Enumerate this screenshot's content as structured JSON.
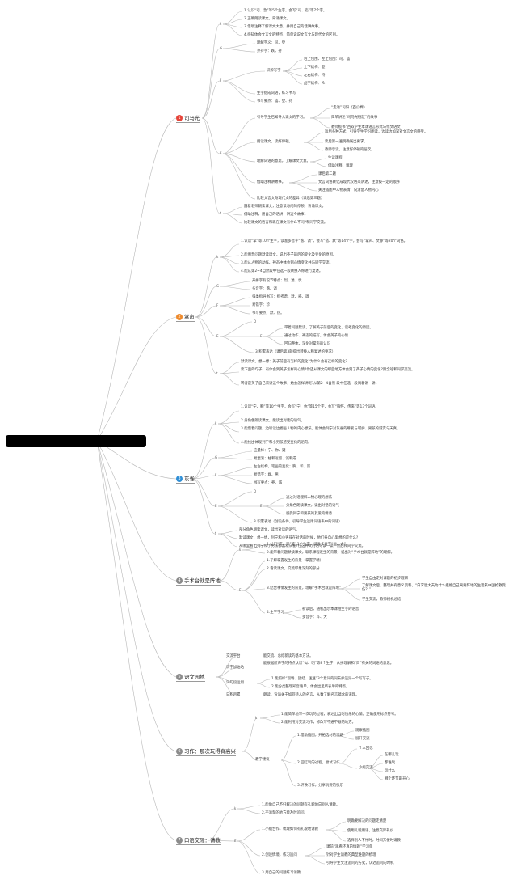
{
  "root": {
    "label": ""
  },
  "colors": {
    "red": "#e6453a",
    "orange": "#ee8a2c",
    "blue": "#2f8fd6",
    "gray": "#8b8b8b"
  },
  "branches": [
    {
      "num": "1",
      "title": "司马光",
      "color": "red"
    },
    {
      "num": "2",
      "title": "掌声",
      "color": "orange"
    },
    {
      "num": "3",
      "title": "灰雀",
      "color": "blue"
    },
    {
      "num": "4",
      "title": "手术台就是阵地",
      "color": "gray"
    },
    {
      "num": "5",
      "title": "语文园地",
      "color": "gray"
    },
    {
      "num": "6",
      "title": "习作：那次玩得真高兴",
      "color": "gray"
    },
    {
      "num": "7",
      "title": "口语交际：请教",
      "color": "gray"
    }
  ],
  "b1": {
    "k": "k",
    "k1": "1.认识“司、急”等5个生字，会写“司、庙”等7个字。",
    "k2": "2.正确朗读课文。背诵课文。",
    "k3": "3.借助注释了解课文大意，并用自己的话讲故事。",
    "k4": "4.感知体会文言文的特点，简单说说文言文与现代文的区别。",
    "g": "G",
    "g1": "理解字义：司、登",
    "g2": "弃持字：跌，持",
    "f": "F",
    "f_struct": "识辨写字",
    "f_s1": "右上包围、左上包围：司、庙",
    "f_s2": "上下结构：登",
    "f_s3": "左右结构：持",
    "f_s4": "品字结构：众",
    "f5": "生字组成词语，练习书写",
    "f6": "书写要点：庙、登、持",
    "e": "E",
    "e_main": "引导学生已知导入课文的学习。",
    "e_a1": "“走进”司阳《西瓜棉》",
    "e_a2": "简单讲述“司马光砸缸”的故事",
    "e_a3": "教师板书“西双学生本课语言形式与作文语文",
    "e2": "朗读课文，读好停顿。",
    "e2_1": "运用多种方式，引导学生学习朗读，边读边加深对文言文的感受。",
    "e2_2": "读后第一遍明确展出要求。",
    "e2_3": "教师示读，注意好停顿的层次。",
    "e3": "理解词语的意思，了解课文大意。",
    "e3_1": "生读课程",
    "e3_2": "借助注释，诵理",
    "e4": "借助注释讲故事。",
    "e4_1": "课后第二题",
    "e4_2": "文言词语转化成现代汉语来讲述，注意按一定的顺序",
    "e4_3": "关注插图中人物表情，说清楚人物内心",
    "e5": "比较文言文与现代文的差异（课后第三题）",
    "t": "t",
    "t1": "圆着老师朗读课文，注意读与问的停顿，背诵课文。",
    "t2": "借助注释，用自己的话讲一讲这个故事。",
    "t3": "比较课文的语言和现在课文有什么不同?和同学交流。"
  },
  "b2": {
    "k": "k",
    "k1": "1.认识“掌”等10个生字，读准多音字“落、调”，会写“搭、默”等14个字，会写“掌声、文静”等20个词语。",
    "k2": "2.能用普问题默读课文，说出英子前后的变化及变化的原因。",
    "k3": "3.能从人物的动作、神态中体会到心情变化并与同学交流。",
    "k4": "4.能从第2~4自然段中任选一段转换人称进行复述。",
    "g": "G",
    "g1": "开拼字有说节特点：烈、述、忧",
    "g2": "多音字：落、调",
    "f": "F",
    "f1": "归类指导书写：指考谱、默、惑、调",
    "f2": "易错字：珍",
    "f3": "书写要点：默、热。",
    "e": "E",
    "d": "D",
    "e_1": "带着问题默读，了解英子前后的变化，说考变化的原因。",
    "e_2": "通过动作、神态的描写，体会英子的心情",
    "e_3": "回归整体，深化对掌声的认识",
    "e5": "3.积累表达（课后第3题提出转换人称复述的要求）",
    "t": "t",
    "t1": "默读课文，想一想：英子前后有怎样的变化?为什么会有这样的变化?",
    "t2": "读下面的句子，有体会到英子怎样的心情?你还从课文的哪些地方体会到了英子心情的变化?跟全班和同学交流。",
    "t3": "转者是英子自己来讲这个故事，她会怎样讲呢?从第2~4自然 段中任选一段试着讲一讲。"
  },
  "b3": {
    "k": "k",
    "k1": "1.认识“宁、胸”等10个生字，会写“宁、你”等15个字，会写“胸怀、传来”等13个词语。",
    "k2": "2.分角色朗读课文，能读出对话的语气。",
    "k3": "3.能借着问题，边听读边圈画人物的内心想法，能体会列宁对灰雀的尊爱与呵护、男孩的诚实与天真。",
    "k4": "4.能找出体现列宁和小男孩感受变化的语句。",
    "g": "G",
    "g1": "应量标：宁、你、疑",
    "g2": "易混淆：枯和逗留、诚和成",
    "f": "F",
    "f1": "左右结构，笔画的变化：胸、和、厉",
    "f2": "易错字：端、男",
    "f3": "书写要点：养、诚",
    "e": "E",
    "d": "D",
    "e_1": "通过对话理解人物心理的想法",
    "e_2": "分角色朗读课文，读出对话的语气",
    "e_3": "感受列宁和男孩的友爱的情意",
    "e5": "3.积累表达（创设条件，引导学生运用词语表中的词语）",
    "t": "t",
    "t1": "部分角色朗读课文，读出对话的语气。",
    "t2": "默读课文，想一想，列宁和小男孩在对话的时候，他们各自心里想的是什么?",
    "t3": "从哪里看出列宁和小男孩都喜欢灰雀?在这种文的语句读一读，然后和同学交流。"
  },
  "b4": {
    "k": "k",
    "k1": "1.认识“阵、黑”等11个生字，读准多音字“运、大”。",
    "k2": "2.能带着问题默读课文，联系课程发生的背景，说出对“手术台就是阵地”的理解。",
    "e": "E",
    "e1": "1.了解掌握发生的背景（掌握学精）",
    "e2": "2.看读课文，交流印象深刻的部分",
    "e3": "3.结合事情发生的背景，理解“手术台就是阵地”",
    "e3_1": "学生自由走对课题的初步理解",
    "e3_2": "了解课文后，整理并有意义资料，“白求恩大夫为什么拒绝自己离要阵地的生活来中国抢救受伤？”",
    "e3_3": "学生交流，教师相机总结",
    "e4": "4.生字学习",
    "e4_1": "初读后，随机出示本课相生字的语音",
    "e4_2": "多音字：斗、大"
  },
  "b5": {
    "r1": "交流平台",
    "r1v": "能交流、总结新读的基本方法。",
    "r2": "识字加油站",
    "r2v": "能根据所声字的特点认识“似、明”等8个生字，从拼理解和“目”有关的词语的意思。",
    "r3": "词句段运用",
    "r3v": "1.能照样“现场、团结、迷迷”3个意词的词去抄送另一个写写子。",
    "r3v2": "2.能分类整理知音语单，体会出里所表单的特点。",
    "r4": "日积月累",
    "r4v": "朗读，背诵关于如何待人的名言，从数了解名言蕴含的道理。"
  },
  "b6": {
    "k": "k",
    "k1": "1.能简单地写一次玩的过程，表达出当时快乐的心情，正确使用标点符号。",
    "k2": "2.能利用对交流习作，修改写不通不顺的地方。",
    "e": "教学建议",
    "e1": "1.借助插图，开拓选材的思路",
    "e1_1": "观察插图",
    "e1_2": "展开交流",
    "e2": "2.回忆玩的过程，尝试习作",
    "e2_a": "个人回忆",
    "e2_b": "小组交流",
    "e2_b1": "在哪儿玩",
    "e2_b2": "都谁玩",
    "e2_b3": "玩什么",
    "e2_b4": "哪个环节最开心",
    "e3": "3.评改习作，分享玩要的快乐"
  },
  "b7": {
    "k": "k",
    "k1": "1.能做自己不好解决的问题有礼貌地向别人请教。",
    "k2": "2.不清楚的地方能及时追问。",
    "e": "E",
    "e1": "1.小组合作，梳理如何有礼貌地请教",
    "e1_1": "明确要解决的问题走清楚",
    "e1_2": "使用礼貌用语，注意交际礼仪",
    "e1_3": "选择别人不忙时，时间方便时请教",
    "e2": "2.创设情境，练习追问",
    "e2_1": "课前“观看还真的情题”学习单",
    "e2_2": "针对学生请教的典型难题的梳理",
    "e2_3": "引导学生文注追问的方式，认迟追问的时机",
    "e3": "3.用自己的问题练习请教"
  }
}
